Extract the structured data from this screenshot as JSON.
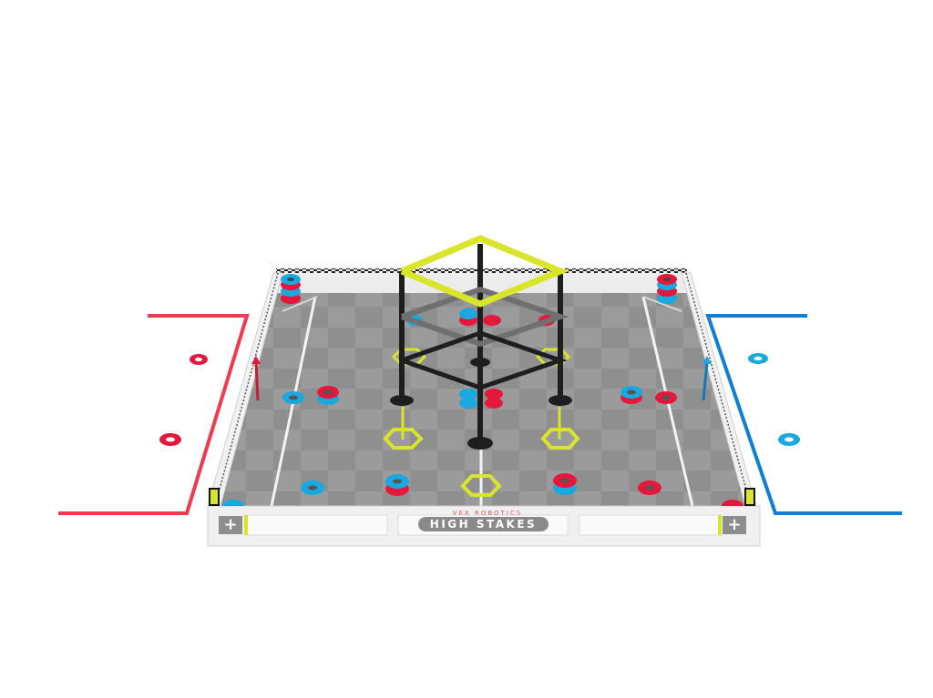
{
  "scene": {
    "title": "HIGH STAKES",
    "brand": "VEX ROBOTICS",
    "colors": {
      "background": "#ffffff",
      "red_alliance": "#f2394d",
      "blue_alliance": "#0f7fd6",
      "ring_red": "#e5173a",
      "ring_blue": "#19a8e0",
      "floor": "#9a9a9a",
      "floor_dark": "#8c8c8c",
      "structure_yellow": "#d8e52a",
      "structure_black": "#1e1e1e",
      "structure_gray": "#6f6f6f",
      "wall": "#eeeeee"
    }
  },
  "field": {
    "wall_panels": [
      {
        "id": "left-panel",
        "icon": "plus-icon",
        "label": "+"
      },
      {
        "id": "center-panel",
        "label": "HIGH STAKES"
      },
      {
        "id": "right-panel",
        "icon": "plus-icon",
        "label": "+"
      }
    ],
    "alliance_zones": [
      {
        "side": "red",
        "rings": 2
      },
      {
        "side": "blue",
        "rings": 2
      }
    ],
    "mobile_goals": 5,
    "wall_stakes": 2
  }
}
